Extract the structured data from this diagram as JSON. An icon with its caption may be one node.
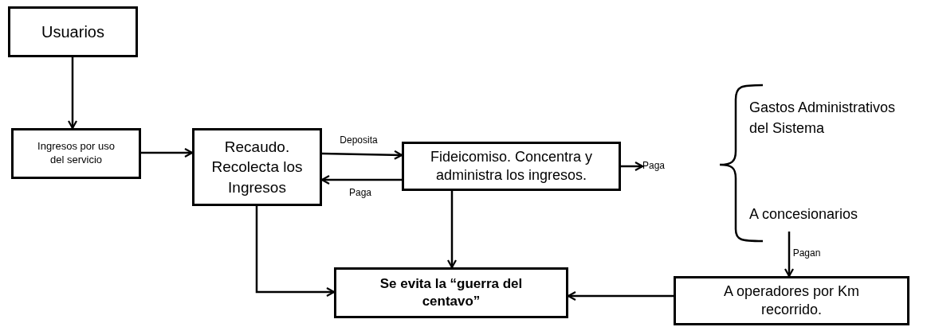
{
  "diagram": {
    "nodes": [
      {
        "text": [
          "Usuarios"
        ]
      },
      {
        "text": [
          "Ingresos por uso del servicio"
        ]
      },
      {
        "text": [
          "Recaudo. Recolecta los Ingresos"
        ]
      },
      {
        "text": [
          "Fideicomiso. Concentra y administra los ingresos."
        ]
      },
      {
        "text": [
          "Se evita la “guerra del centavo”"
        ]
      },
      {
        "text": [
          "A operadores por Km recorrido."
        ]
      },
      {
        "text": [
          "Paga"
        ]
      },
      {
        "text": [
          "Gastos Administrativos del Sistema"
        ]
      },
      {
        "text": [
          "A concesionarios"
        ]
      }
    ],
    "edges": [
      {
        "from": 0,
        "to": 1,
        "arrow": "to"
      },
      {
        "from": 1,
        "to": 2,
        "arrow": "to"
      },
      {
        "from": 2,
        "to": 3,
        "arrow": "to",
        "label": "Deposita"
      },
      {
        "from": 3,
        "to": 2,
        "arrow": "to",
        "label": "Paga"
      },
      {
        "from": 3,
        "to": 4,
        "arrow": "to"
      },
      {
        "from": 2,
        "to": 4,
        "arrow": "to"
      },
      {
        "from": 5,
        "to": 4,
        "arrow": "to"
      },
      {
        "from": 3,
        "to": 6,
        "arrow": "to"
      },
      {
        "from": 8,
        "to": 5,
        "arrow": "to",
        "label": "Pagan"
      }
    ]
  }
}
